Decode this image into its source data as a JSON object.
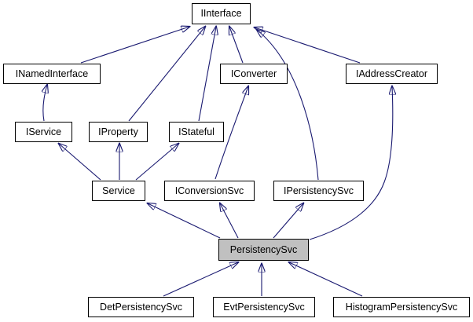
{
  "diagram": {
    "kind": "class-inheritance-graph",
    "colors": {
      "edge": "#191970",
      "node_border": "#000000",
      "node_fill": "#ffffff",
      "highlight_fill": "#c0c0c0",
      "text": "#000000",
      "background": "#ffffff"
    },
    "nodes": [
      {
        "id": "iinterface",
        "label": "IInterface",
        "highlighted": false
      },
      {
        "id": "inamedinterface",
        "label": "INamedInterface",
        "highlighted": false
      },
      {
        "id": "iconverter",
        "label": "IConverter",
        "highlighted": false
      },
      {
        "id": "iaddresscreator",
        "label": "IAddressCreator",
        "highlighted": false
      },
      {
        "id": "iservice",
        "label": "IService",
        "highlighted": false
      },
      {
        "id": "iproperty",
        "label": "IProperty",
        "highlighted": false
      },
      {
        "id": "istateful",
        "label": "IStateful",
        "highlighted": false
      },
      {
        "id": "service",
        "label": "Service",
        "highlighted": false
      },
      {
        "id": "iconversionsvc",
        "label": "IConversionSvc",
        "highlighted": false
      },
      {
        "id": "ipersistencysvc",
        "label": "IPersistencySvc",
        "highlighted": false
      },
      {
        "id": "persistencysvc",
        "label": "PersistencySvc",
        "highlighted": true
      },
      {
        "id": "detpersistencysvc",
        "label": "DetPersistencySvc",
        "highlighted": false
      },
      {
        "id": "evtpersistencysvc",
        "label": "EvtPersistencySvc",
        "highlighted": false
      },
      {
        "id": "histogrampersistencysvc",
        "label": "HistogramPersistencySvc",
        "highlighted": false
      }
    ],
    "edges": [
      {
        "from": "INamedInterface",
        "to": "IInterface"
      },
      {
        "from": "IProperty",
        "to": "IInterface"
      },
      {
        "from": "IStateful",
        "to": "IInterface"
      },
      {
        "from": "IConverter",
        "to": "IInterface"
      },
      {
        "from": "IAddressCreator",
        "to": "IInterface"
      },
      {
        "from": "IPersistencySvc",
        "to": "IInterface"
      },
      {
        "from": "IService",
        "to": "INamedInterface"
      },
      {
        "from": "Service",
        "to": "IService"
      },
      {
        "from": "Service",
        "to": "IProperty"
      },
      {
        "from": "Service",
        "to": "IStateful"
      },
      {
        "from": "IConversionSvc",
        "to": "IConverter"
      },
      {
        "from": "PersistencySvc",
        "to": "Service"
      },
      {
        "from": "PersistencySvc",
        "to": "IConversionSvc"
      },
      {
        "from": "PersistencySvc",
        "to": "IPersistencySvc"
      },
      {
        "from": "PersistencySvc",
        "to": "IAddressCreator"
      },
      {
        "from": "DetPersistencySvc",
        "to": "PersistencySvc"
      },
      {
        "from": "EvtPersistencySvc",
        "to": "PersistencySvc"
      },
      {
        "from": "HistogramPersistencySvc",
        "to": "PersistencySvc"
      }
    ]
  }
}
